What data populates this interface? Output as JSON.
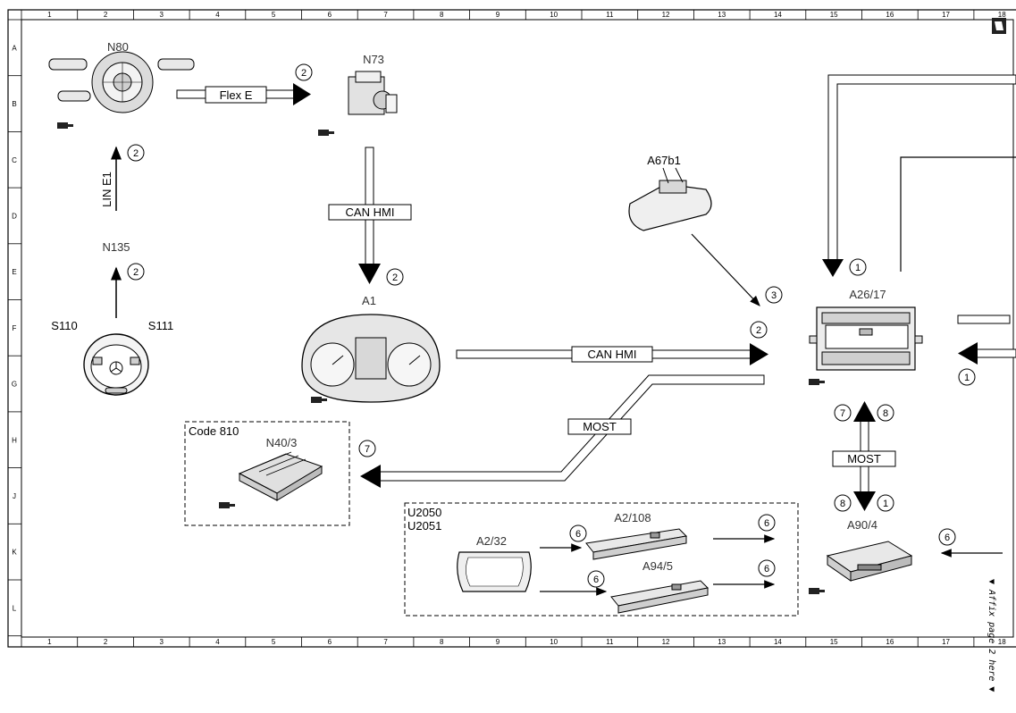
{
  "grid": {
    "columns": [
      "1",
      "2",
      "3",
      "4",
      "5",
      "6",
      "7",
      "8",
      "9",
      "10",
      "11",
      "12",
      "13",
      "14",
      "15",
      "16",
      "17",
      "18"
    ],
    "rows": [
      "A",
      "B",
      "C",
      "D",
      "E",
      "F",
      "G",
      "H",
      "J",
      "K",
      "L"
    ]
  },
  "components": {
    "n80": "N80",
    "n73": "N73",
    "n135": "N135",
    "s110": "S110",
    "s111": "S111",
    "a1": "A1",
    "a67b1": "A67b1",
    "a26_17": "A26/17",
    "n40_3": "N40/3",
    "a2_32": "A2/32",
    "a2_108": "A2/108",
    "a94_5": "A94/5",
    "a90_4": "A90/4"
  },
  "buses": {
    "flex_e": "Flex E",
    "lin_e1": "LIN E1",
    "can_hmi_vertical": "CAN HMI",
    "can_hmi_horizontal": "CAN HMI",
    "most_diagonal": "MOST",
    "most_vertical": "MOST"
  },
  "codes": {
    "code_810": "Code 810",
    "u2050": "U2050",
    "u2051": "U2051"
  },
  "refs": {
    "flex_e": "2",
    "lin_e1": "2",
    "n135_up": "2",
    "can_down": "2",
    "a26_top": "1",
    "a67_arrow": "3",
    "can_horizontal": "2",
    "a26_right": "1",
    "n40_in": "7",
    "most_up_a": "7",
    "most_up_b": "8",
    "most_down_a": "8",
    "most_down_b": "1",
    "a2_32_top": "6",
    "a2_108_out": "6",
    "a2_32_bottom": "6",
    "a94_5_out": "6",
    "a90_4_in": "6"
  },
  "side_note": "▼ Affix page 2 here ▼"
}
